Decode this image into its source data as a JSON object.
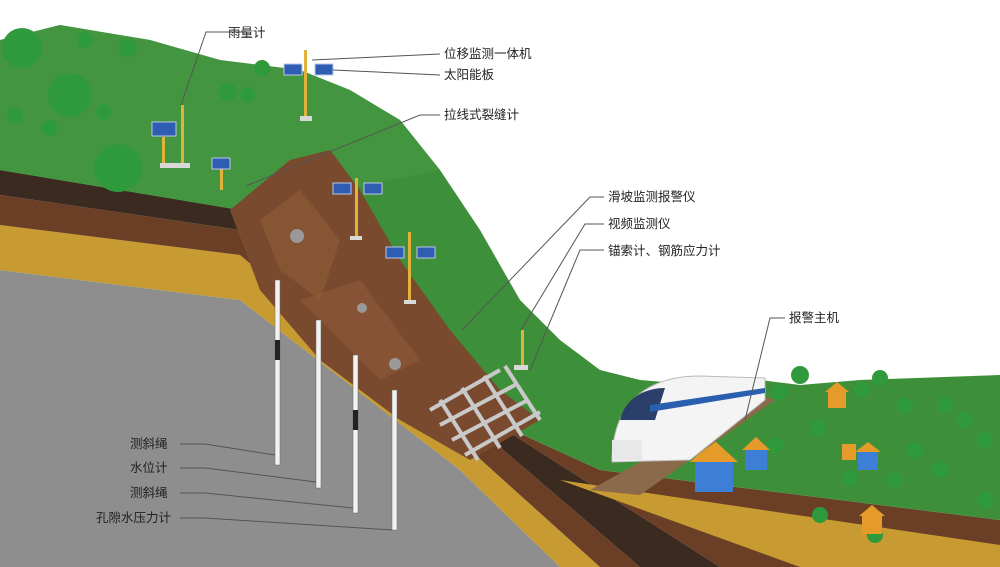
{
  "labels": {
    "rain_gauge": "雨量计",
    "displacement_monitor": "位移监测一体机",
    "solar_panel": "太阳能板",
    "crack_meter": "拉线式裂缝计",
    "landslide_alarm": "滑坡监测报警仪",
    "video_monitor": "视频监测仪",
    "anchor_rebar_meter": "锚索计、钢筋应力计",
    "alarm_host": "报警主机",
    "inclinometer_1": "测斜绳",
    "water_level_meter": "水位计",
    "inclinometer_2": "测斜绳",
    "pore_pressure_meter": "孔隙水压力计"
  },
  "colors": {
    "grass": "#3e8f3a",
    "grass_light": "#4fa447",
    "soil_brown": "#7a4a2e",
    "sand_layer": "#c99a2e",
    "rock_gray": "#8c8c8c",
    "tree_green": "#2f9a3c",
    "pole_yellow": "#e2b23a",
    "leader_line": "#555555"
  },
  "icons": [
    "solar-panel-icon",
    "train-icon",
    "tree-icon",
    "house-icon",
    "rock-icon",
    "sensor-pole-icon"
  ]
}
